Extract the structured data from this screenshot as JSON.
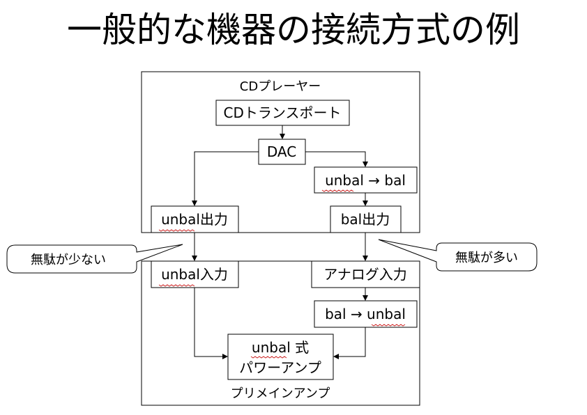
{
  "title": "一般的な機器の接続方式の例",
  "groups": {
    "cd_player": "CDプレーヤー",
    "preamp": "プリメインアンプ"
  },
  "nodes": {
    "cd_transport": "CDトランスポート",
    "dac": "DAC",
    "unbal_to_bal": "unbal → bal",
    "unbal_output": "unbal出力",
    "bal_output": "bal出力",
    "unbal_input": "unbal入力",
    "analog_input": "アナログ入力",
    "bal_to_unbal": "bal → unbal",
    "unbal_poweramp_line1": "unbal 式",
    "unbal_poweramp_line2": "パワーアンプ"
  },
  "callouts": {
    "left": "無駄が少ない",
    "right": "無駄が多い"
  }
}
